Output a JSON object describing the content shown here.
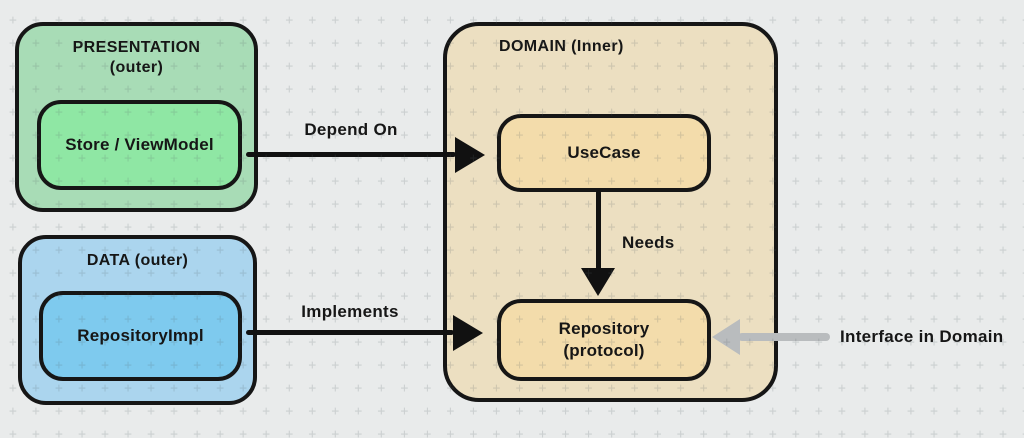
{
  "colors": {
    "background": "#e9ebeb",
    "grid_plus": "#c8cecf",
    "presentation_outer": "#a8dcb6",
    "presentation_inner": "#8fe7a4",
    "data_outer": "#abd5ee",
    "data_inner": "#7ecaee",
    "domain_outer": "#ecdfc1",
    "domain_inner": "#f3dcab",
    "border": "#161616",
    "arrow_black": "#111111",
    "arrow_gray": "#b9bcbe",
    "text": "#161616"
  },
  "boxes": {
    "presentation": {
      "title_line1": "PRESENTATION",
      "title_line2": "(outer)",
      "child": "Store / ViewModel"
    },
    "data": {
      "title": "DATA (outer)",
      "child": "RepositoryImpl"
    },
    "domain": {
      "title": "DOMAIN (Inner)",
      "usecase": "UseCase",
      "repository_line1": "Repository",
      "repository_line2": "(protocol)"
    }
  },
  "arrows": {
    "depend_on": {
      "label": "Depend On"
    },
    "implements": {
      "label": "Implements"
    },
    "needs": {
      "label": "Needs"
    },
    "interface_in_domain": {
      "label": "Interface in Domain"
    }
  }
}
